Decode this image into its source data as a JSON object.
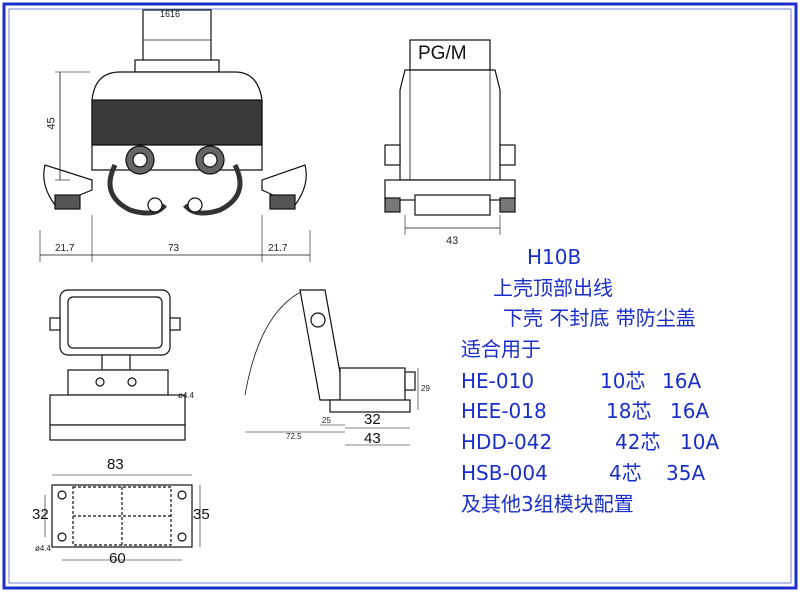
{
  "product": {
    "model": "H10B",
    "line1": "上壳顶部出线",
    "line2": "下壳 不封底 带防尘盖",
    "line3": "适合用于",
    "modules": [
      {
        "name": "HE-010",
        "cores": "10芯",
        "current": "16A"
      },
      {
        "name": "HEE-018",
        "cores": "18芯",
        "current": "16A"
      },
      {
        "name": "HDD-042",
        "cores": "42芯",
        "current": "10A"
      },
      {
        "name": "HSB-004",
        "cores": "4芯",
        "current": "35A"
      }
    ],
    "footer": "及其他3组模块配置"
  },
  "front_view": {
    "top_cut_label": "1616",
    "height": "45",
    "left_offset": "21.7",
    "width": "73",
    "right_offset": "21.7"
  },
  "side_view": {
    "thread_label": "PG/M",
    "width": "43"
  },
  "open_view": {
    "height": "29",
    "total": "72.5",
    "base": "25",
    "inner": "32",
    "outer": "43"
  },
  "footprint": {
    "overall_width": "83",
    "hole_pitch": "60",
    "left_height": "32",
    "right_height": "35",
    "hole_dia": "ø4.4"
  },
  "top_view": {
    "hole_dia": "ø4.4"
  },
  "colors": {
    "frame_border": "#1a2fc9",
    "spec_text": "#1a2fc9",
    "housing_dark": "#3a3a3a",
    "line": "#111111"
  }
}
